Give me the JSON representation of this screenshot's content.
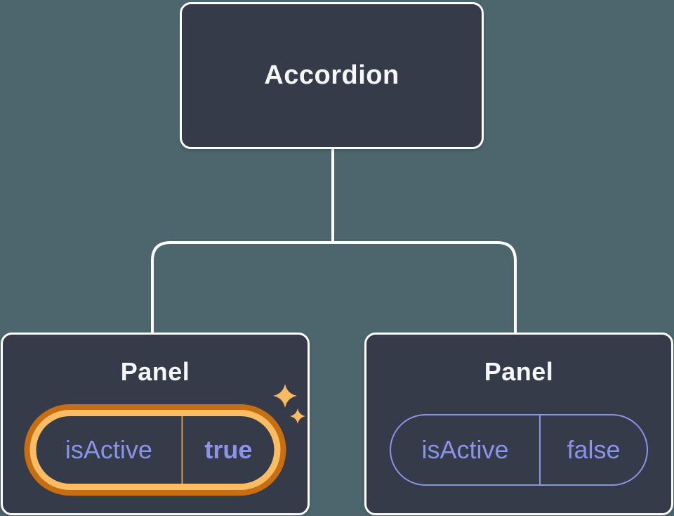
{
  "diagram": {
    "title": "component-tree",
    "root": {
      "label": "Accordion"
    },
    "children": [
      {
        "label": "Panel",
        "state": {
          "key": "isActive",
          "value": "true"
        },
        "highlighted": true,
        "icon": "sparkle-icon"
      },
      {
        "label": "Panel",
        "state": {
          "key": "isActive",
          "value": "false"
        },
        "highlighted": false
      }
    ]
  },
  "colors": {
    "background": "#4D666E",
    "node_fill": "#353B48",
    "node_border": "#FFFFFF",
    "node_text": "#F6F7F9",
    "state_text": "#8A93E8",
    "state_pill_border": "#8A93E8",
    "highlight_ring_outer": "#C76E12",
    "highlight_ring_inner": "#FBBC64",
    "highlight_divider": "#D99B4D",
    "sparkle": "#FBBA62",
    "connector": "#FFFFFF"
  }
}
